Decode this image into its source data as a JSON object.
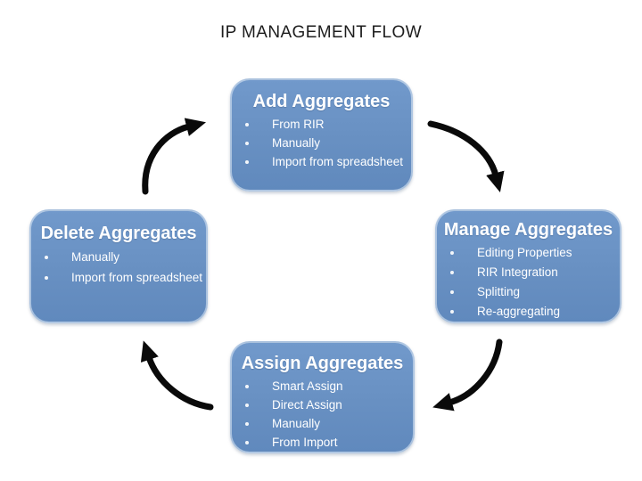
{
  "title": "IP MANAGEMENT FLOW",
  "nodes": {
    "add": {
      "title": "Add Aggregates",
      "items": [
        "From RIR",
        "Manually",
        "Import from spreadsheet"
      ]
    },
    "manage": {
      "title": "Manage Aggregates",
      "items": [
        "Editing Properties",
        "RIR Integration",
        "Splitting",
        "Re-aggregating"
      ]
    },
    "assign": {
      "title": "Assign Aggregates",
      "items": [
        "Smart Assign",
        "Direct Assign",
        "Manually",
        "From Import"
      ]
    },
    "delete": {
      "title": "Delete Aggregates",
      "items": [
        "Manually",
        "Import from spreadsheet"
      ]
    }
  },
  "arrows": [
    {
      "name": "arrow-delete-to-add",
      "from": "Delete Aggregates",
      "to": "Add Aggregates"
    },
    {
      "name": "arrow-add-to-manage",
      "from": "Add Aggregates",
      "to": "Manage Aggregates"
    },
    {
      "name": "arrow-manage-to-assign",
      "from": "Manage Aggregates",
      "to": "Assign Aggregates"
    },
    {
      "name": "arrow-assign-to-delete",
      "from": "Assign Aggregates",
      "to": "Delete Aggregates"
    }
  ],
  "colors": {
    "background": "#FFFFFF",
    "box_fill_top": "#7199CB",
    "box_fill_bottom": "#6089BD",
    "box_border": "#A9C1DE",
    "box_text": "#FFFFFF",
    "arrow": "#0A0A0A",
    "title_text": "#1D1D1D"
  }
}
